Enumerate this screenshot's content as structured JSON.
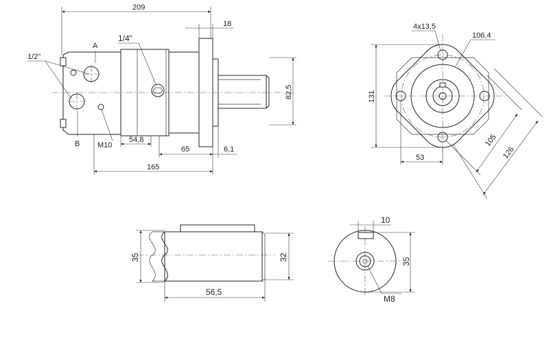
{
  "side_view": {
    "dim_overall": "209",
    "dim_flange": "18",
    "dim_height": "82,5",
    "dim_body": "54,8",
    "dim_front": "65",
    "dim_pilot": "6,1",
    "dim_165": "165",
    "port_size": "1/2\"",
    "port_a": "A",
    "port_b": "B",
    "bleed_plug": "1/4\"",
    "thread_m10": "M10"
  },
  "flange_view": {
    "mount_holes": "4x13,5",
    "bolt_circle": "106,4",
    "dim_height": "131",
    "dim_offset": "53",
    "dim_diag_105": "105",
    "dim_diag_126": "126"
  },
  "shaft_side": {
    "dim_diameter": "35",
    "dim_key_height": "32",
    "dim_length": "56,5"
  },
  "shaft_end": {
    "dim_key_width": "10",
    "dim_height": "35",
    "thread_m8": "M8"
  }
}
